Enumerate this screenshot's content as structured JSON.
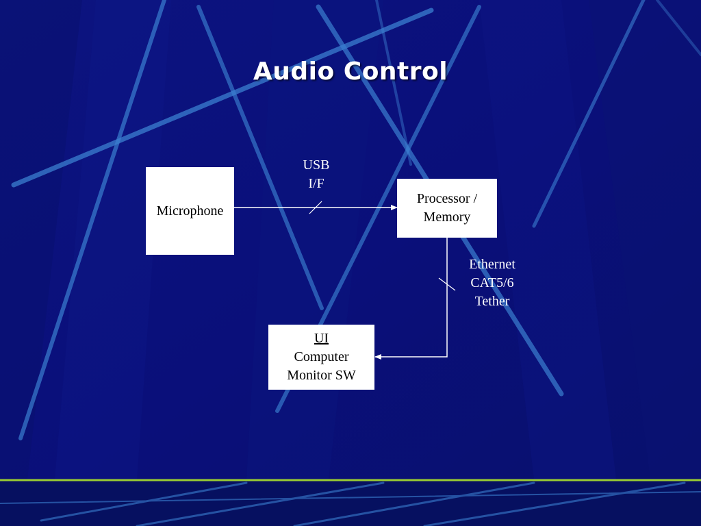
{
  "slide": {
    "title": "Audio Control",
    "colors": {
      "background": "#0a0f78",
      "streak": "#3a78c8",
      "box_fill": "#ffffff",
      "line": "#ffffff",
      "bottom_rule": "#9acd32"
    }
  },
  "diagram": {
    "microphone": "Microphone",
    "processor": {
      "line1": "Processor /",
      "line2": "Memory"
    },
    "ui": {
      "line1": "UI",
      "line2": "Computer",
      "line3": "Monitor SW"
    },
    "usb_label": {
      "line1": "USB",
      "line2": "I/F"
    },
    "ethernet_label": {
      "line1": "Ethernet",
      "line2": "CAT5/6",
      "line3": "Tether"
    }
  }
}
